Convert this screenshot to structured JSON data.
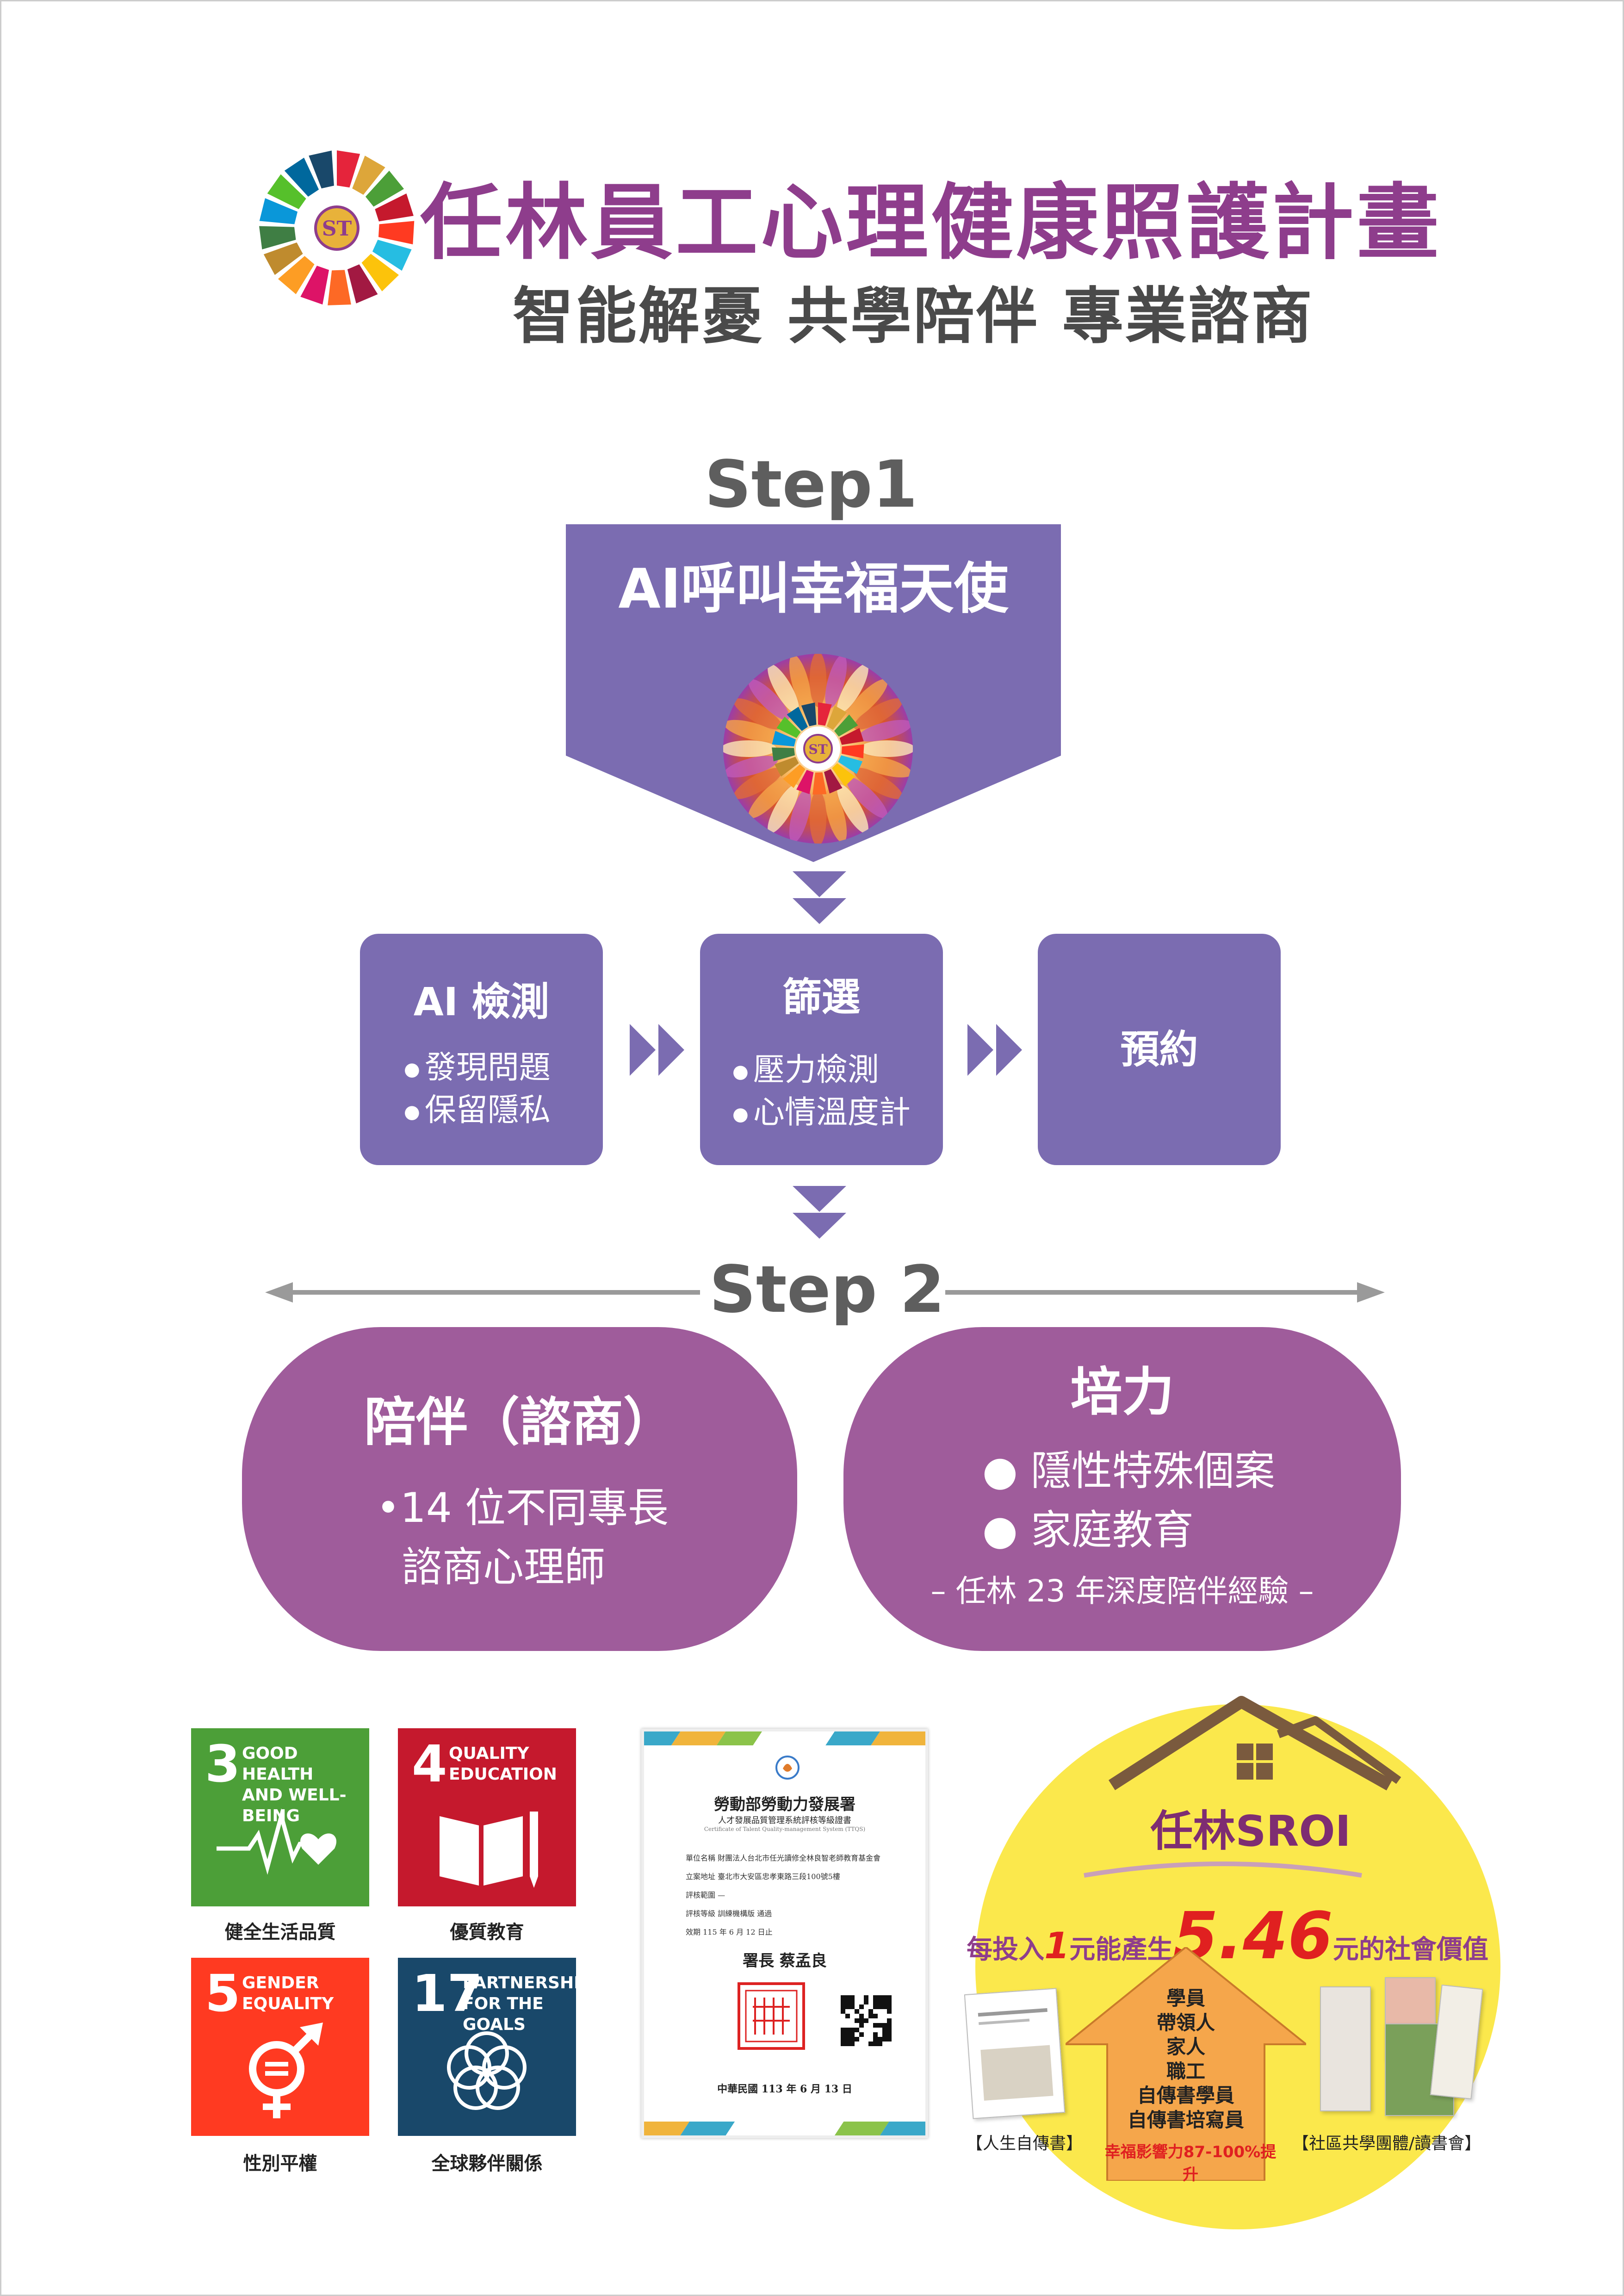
{
  "header": {
    "title": "任林員工心理健康照護計畫",
    "subtitle": "智能解憂  共學陪伴  專業諮商",
    "logo_letters": "ST",
    "colors": {
      "title": "#8e3d8c",
      "accent": "#7b6cb1",
      "oval": "#9f5c9b"
    }
  },
  "step1": {
    "label": "Step1",
    "banner_title": "AI呼叫幸福天使",
    "boxes": [
      {
        "title": "AI 檢測",
        "items": [
          "發現問題",
          "保留隱私"
        ]
      },
      {
        "title": "篩選",
        "items": [
          "壓力檢測",
          "心情溫度計"
        ]
      },
      {
        "title": "預約",
        "items": []
      }
    ]
  },
  "step2": {
    "label": "Step 2",
    "left": {
      "title": "陪伴（諮商）",
      "line1": "•14 位不同專長",
      "line2": "諮商心理師"
    },
    "right": {
      "title": "培力",
      "items": [
        "隱性特殊個案",
        "家庭教育"
      ],
      "note": "– 任林 23 年深度陪伴經驗 –"
    }
  },
  "sdgs": [
    {
      "num": "3",
      "text1": "GOOD HEALTH",
      "text2": "AND WELL-BEING",
      "caption": "健全生活品質",
      "color": "#4c9f38",
      "icon": "heartbeat-icon"
    },
    {
      "num": "4",
      "text1": "QUALITY",
      "text2": "EDUCATION",
      "caption": "優質教育",
      "color": "#c5192d",
      "icon": "book-pencil-icon"
    },
    {
      "num": "5",
      "text1": "GENDER",
      "text2": "EQUALITY",
      "caption": "性別平權",
      "color": "#ff3a21",
      "icon": "gender-equality-icon"
    },
    {
      "num": "17",
      "text1": "PARTNERSHIPS",
      "text2": "FOR THE GOALS",
      "caption": "全球夥伴關係",
      "color": "#19486a",
      "icon": "rings-icon"
    }
  ],
  "certificate": {
    "agency": "勞動部勞動力發展署",
    "subtitle": "人才發展品質管理系統評核等級證書",
    "en": "Certificate of Talent Quality-management System (TTQS)",
    "rows": [
      "單位名稱  財團法人台北市任光讀修全林良智老師教育基金會",
      "立案地址  臺北市大安區忠孝東路三段100號5樓",
      "評核範圍  —",
      "評核等級  訓練機構版 通過",
      "效期      115 年 6 月 12 日止"
    ],
    "signer": "署長 蔡孟良",
    "date": "中華民國 113 年 6 月 13 日"
  },
  "sroi": {
    "title": "任林SROI",
    "pre": "每投入",
    "one": "1",
    "mid": "元能產生",
    "value": "5.46",
    "post": "元的社會價值",
    "list": [
      "學員",
      "帶領人",
      "家人",
      "職工",
      "自傳書學員",
      "自傳書培寫員"
    ],
    "footer": "幸福影響力87-100%提升",
    "left_caption": "【人生自傳書】",
    "right_caption": "【社區共學團體/讀書會】"
  }
}
